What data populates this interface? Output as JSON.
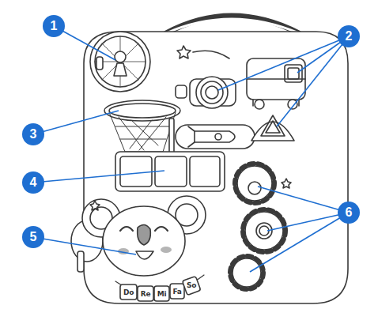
{
  "diagram": {
    "labels": [
      "1",
      "2",
      "3",
      "4",
      "5",
      "6",
      "Do",
      "Re",
      "Mi",
      "Fa",
      "So"
    ]
  }
}
